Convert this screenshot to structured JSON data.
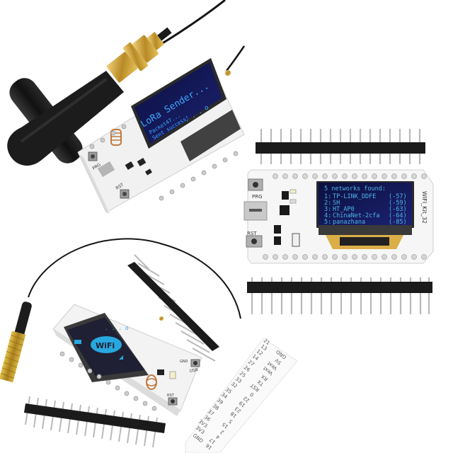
{
  "scene": {
    "description": "Heltec WiFi LoRa 32 / WiFi Kit 32 ESP32 OLED development boards product photo",
    "background": "#ffffff",
    "colors": {
      "oled_blue": "#3fa9ff",
      "oled_bg": "#10143a",
      "pcb_white": "#f4f4f4",
      "header_black": "#1b1b1b",
      "pin_silver": "#c8c8c8",
      "sma_gold": "#c9a13a",
      "antenna_black": "#1e1e1e",
      "coil_copper": "#c0793e"
    }
  },
  "board_lora": {
    "oled": {
      "title": "LoRa Sender...",
      "line1": "Packet47...",
      "line2": "Sent success!",
      "dots": ". . . o"
    },
    "buttons": {
      "prg": "PRG",
      "rst": "RST"
    }
  },
  "board_wifi_kit": {
    "silkscreen": "WIFI_Kit_32",
    "buttons": {
      "prg": "PRG",
      "rst": "RST"
    },
    "oled": {
      "header": "5 networks found:",
      "networks": [
        {
          "index": "1:",
          "ssid": "TP-LINK_DDFE",
          "rssi": "(-57)"
        },
        {
          "index": "2:",
          "ssid": "SH",
          "rssi": "(-59)"
        },
        {
          "index": "3:",
          "ssid": "HT_AP0",
          "rssi": "(-63)"
        },
        {
          "index": "4:",
          "ssid": "ChinaNet-2cfa",
          "rssi": "(-64)"
        },
        {
          "index": "5:",
          "ssid": "panazhana",
          "rssi": "(-85)"
        }
      ]
    }
  },
  "board_wifi_logo": {
    "oled": {
      "logo_text": "WiFi",
      "battery_icon": "battery-icon",
      "signal_icon": "signal-icon",
      "dots": ". . . o"
    },
    "buttons": {
      "usr": "USR",
      "gnd": "GND",
      "rst": "RST"
    }
  },
  "pinout_card": {
    "col1": [
      "GND",
      "3V3",
      "3V3",
      "36",
      "37",
      "38",
      "39",
      "34",
      "35",
      "32",
      "33",
      "25",
      "26",
      "27",
      "14",
      "12",
      "13",
      "21"
    ],
    "col2": [
      "16",
      "17",
      "4",
      "2",
      "15",
      "5",
      "18",
      "23",
      "19",
      "22",
      "0",
      "RST",
      "TX",
      "RX",
      "Vext",
      "Vext",
      "5V",
      "GND"
    ]
  }
}
